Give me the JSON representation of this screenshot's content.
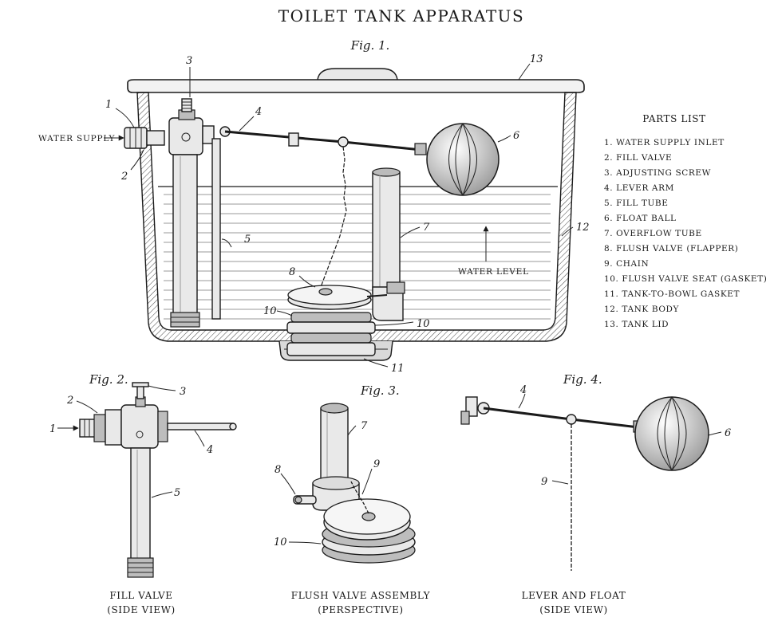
{
  "title": "TOILET TANK APPARATUS",
  "fig1": {
    "label": "Fig. 1.",
    "water_supply": "WATER SUPPLY",
    "water_level": "WATER LEVEL",
    "callouts": [
      "1",
      "2",
      "3",
      "4",
      "5",
      "6",
      "7",
      "8",
      "10",
      "10",
      "11",
      "12",
      "13"
    ]
  },
  "parts_list": {
    "heading": "PARTS LIST",
    "items": [
      "1.  WATER SUPPLY INLET",
      "2.  FILL VALVE",
      "3.  ADJUSTING SCREW",
      "4.  LEVER ARM",
      "5.  FILL TUBE",
      "6.  FLOAT BALL",
      "7.  OVERFLOW TUBE",
      "8.  FLUSH VALVE (FLAPPER)",
      "9.  CHAIN",
      "10. FLUSH VALVE SEAT (GASKET)",
      "11. TANK-TO-BOWL GASKET",
      "12. TANK BODY",
      "13. TANK LID"
    ]
  },
  "fig2": {
    "label": "Fig. 2.",
    "caption_1": "FILL VALVE",
    "caption_2": "(SIDE VIEW)",
    "callouts": [
      "1",
      "2",
      "3",
      "4",
      "5"
    ]
  },
  "fig3": {
    "label": "Fig. 3.",
    "caption_1": "FLUSH VALVE ASSEMBLY",
    "caption_2": "(PERSPECTIVE)",
    "callouts": [
      "7",
      "8",
      "9",
      "10"
    ]
  },
  "fig4": {
    "label": "Fig. 4.",
    "caption_1": "LEVER AND FLOAT",
    "caption_2": "(SIDE VIEW)",
    "callouts": [
      "4",
      "6",
      "9"
    ]
  },
  "colors": {
    "ink": "#1a1a1a",
    "paper": "#ffffff",
    "metal": "#e9e9e9"
  }
}
